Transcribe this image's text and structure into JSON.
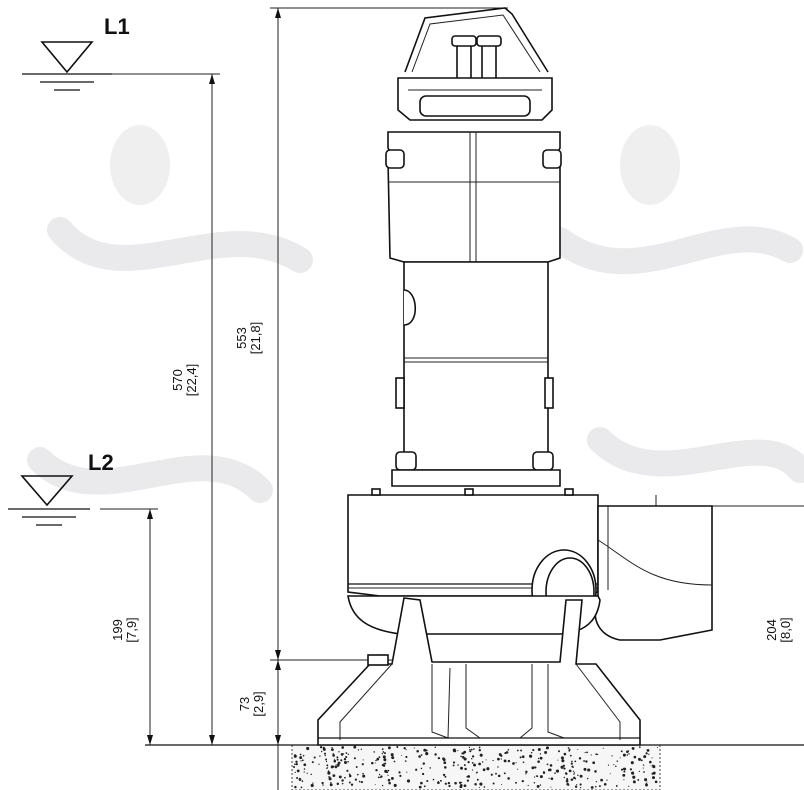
{
  "levels": {
    "l1": "L1",
    "l2": "L2"
  },
  "dimensions": {
    "d553": {
      "mm": "553",
      "in": "[21,8]"
    },
    "d570": {
      "mm": "570",
      "in": "[22,4]"
    },
    "d199": {
      "mm": "199",
      "in": "[7,9]"
    },
    "d73": {
      "mm": "73",
      "in": "[2,9]"
    },
    "d204": {
      "mm": "204",
      "in": "[8,0]"
    }
  },
  "icons": {
    "water_level": "water-level-icon",
    "ground": "concrete-ground"
  }
}
